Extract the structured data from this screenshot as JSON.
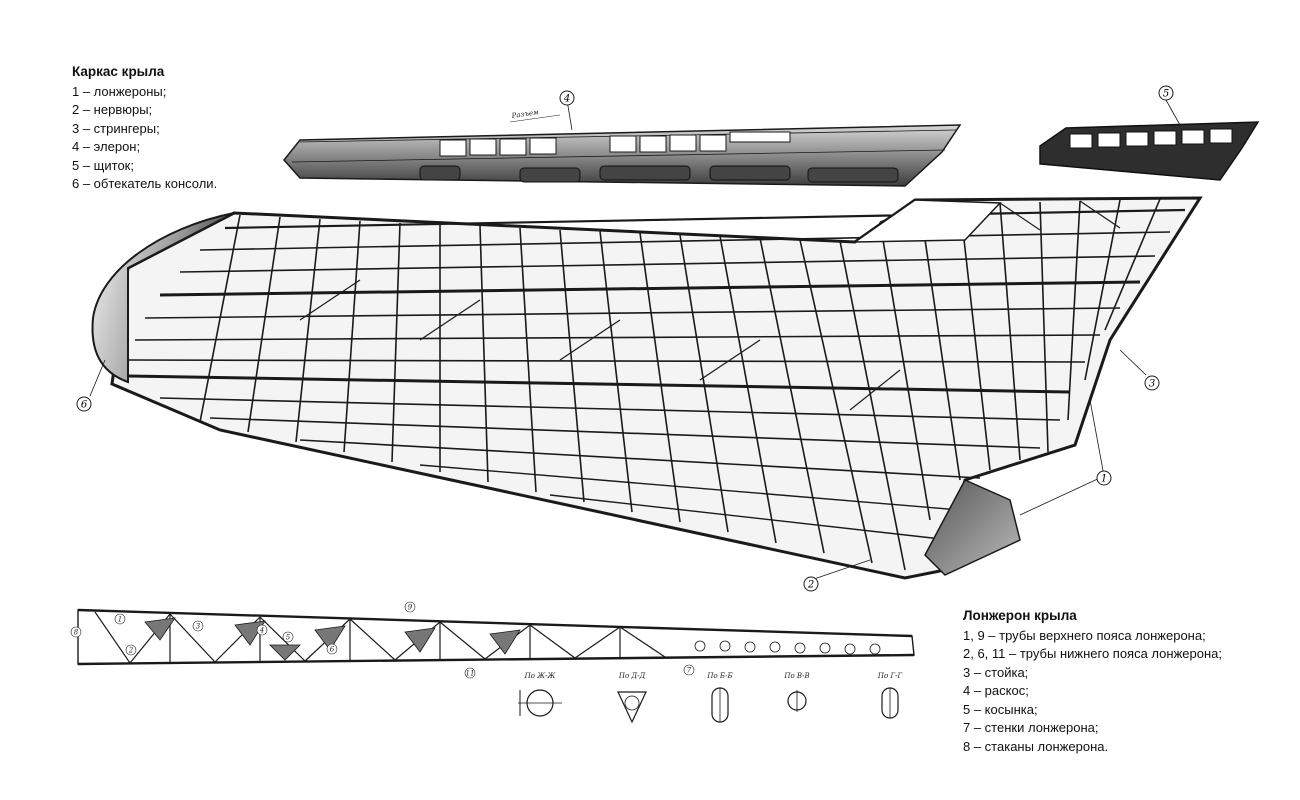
{
  "wing_legend": {
    "title": "Каркас крыла",
    "items": [
      "1 – лонжероны;",
      "2 – нервюры;",
      "3 – стрингеры;",
      "4 – элерон;",
      "5 – щиток;",
      "6 – обтекатель консоли."
    ]
  },
  "spar_legend": {
    "title": "Лонжерон крыла",
    "items": [
      "1, 9 – трубы верхнего пояса лонжерона;",
      "2, 6, 11 – трубы нижнего пояса лонжерона;",
      "3 – стойка;",
      "4 – раскос;",
      "5 – косынка;",
      "7 – стенки лонжерона;",
      "8 – стаканы лонжерона."
    ]
  },
  "callouts": {
    "aileron": "4",
    "flap": "5",
    "fairing": "6",
    "stringers": "3",
    "spars": "1",
    "ribs": "2"
  },
  "drawing_labels": {
    "joint": "Разъем",
    "spar_numbers": [
      "1",
      "2",
      "3",
      "4",
      "5",
      "6",
      "7",
      "8",
      "9",
      "11"
    ],
    "sections": [
      "По Ж-Ж",
      "По Д-Д",
      "По Б-Б",
      "По В-В",
      "По Г-Г"
    ]
  },
  "colors": {
    "ink": "#1a1a1a",
    "paper": "#ffffff",
    "cell": "#f4f4f4",
    "shade": "#8a8a8a"
  }
}
